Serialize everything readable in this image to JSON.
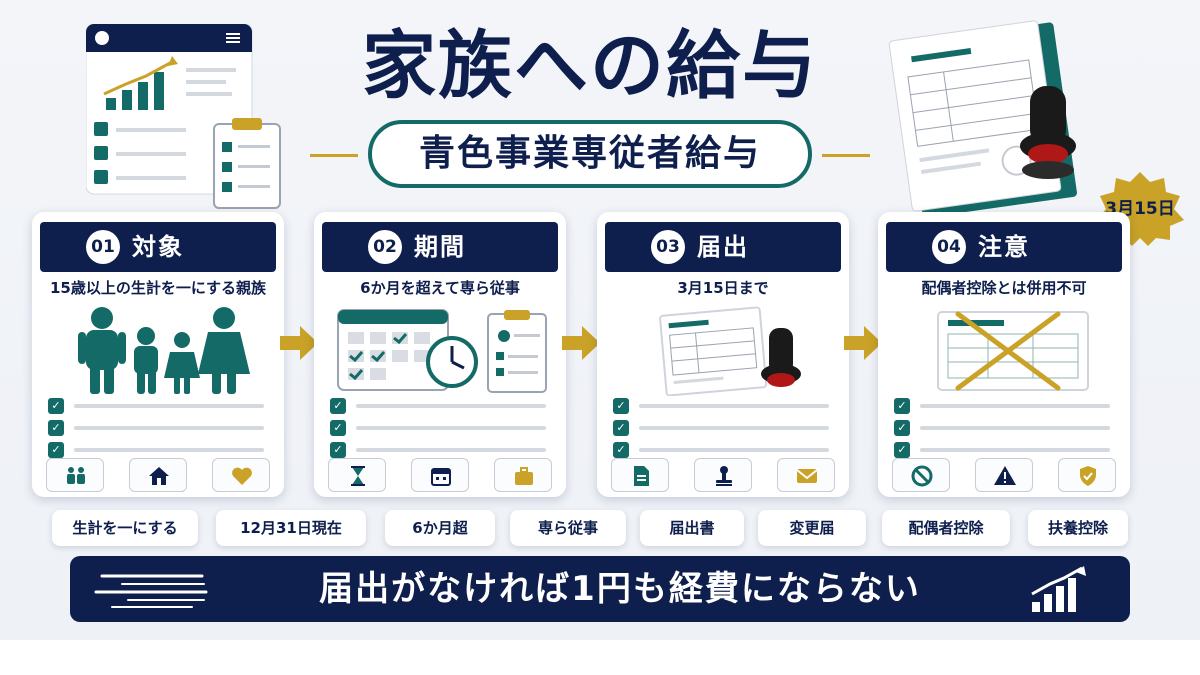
{
  "title": "家族への給与",
  "subtitle": "青色事業専従者給与",
  "badge": "3月15日",
  "steps": [
    {
      "num": "01",
      "label": "対象",
      "sub": "15歳以上の生計を一にする親族",
      "icons": [
        "family-icon",
        "home-icon",
        "heart-icon"
      ]
    },
    {
      "num": "02",
      "label": "期間",
      "sub": "6か月を超えて専ら従事",
      "icons": [
        "hourglass-icon",
        "calendar-icon",
        "briefcase-icon"
      ]
    },
    {
      "num": "03",
      "label": "届出",
      "sub": "3月15日まで",
      "icons": [
        "document-icon",
        "stamp-icon",
        "envelope-icon"
      ]
    },
    {
      "num": "04",
      "label": "注意",
      "sub": "配偶者控除とは併用不可",
      "icons": [
        "prohibited-icon",
        "warning-icon",
        "shield-check-icon"
      ]
    }
  ],
  "tags": [
    "生計を一にする",
    "12月31日現在",
    "6か月超",
    "専ら従事",
    "届出書",
    "変更届",
    "配偶者控除",
    "扶養控除"
  ],
  "banner": "届出がなければ1円も経費にならない",
  "colors": {
    "navy": "#0f1f4d",
    "teal": "#136a66",
    "gold": "#c9a227"
  }
}
